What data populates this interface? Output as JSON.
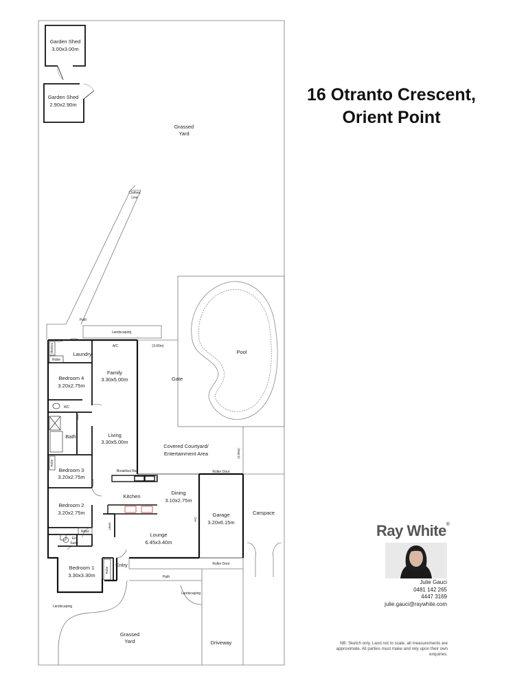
{
  "title": {
    "line1": "16 Otranto Crescent,",
    "line2": "Orient Point"
  },
  "rooms": {
    "shed1_name": "Garden Shed",
    "shed1_dim": "3.00x3.00m",
    "shed2_name": "Garden Shed",
    "shed2_dim": "2.90x2.90m",
    "yard_top_1": "Grassed",
    "yard_top_2": "Yard",
    "clothes_1": "Clothes",
    "clothes_2": "Line",
    "path_top": "Path",
    "landscaping_top": "Landscaping",
    "shelves": "Shelves",
    "robe_bed4": "Robe",
    "laundry": "Laundry",
    "ac_family": "A/C",
    "dim_300_top": "(3.00m)",
    "pool": "Pool",
    "gate": "Gate",
    "bed4_name": "Bedroom 4",
    "bed4_dim": "3.20x2.75m",
    "family_name": "Family",
    "family_dim": "3.30x5.00m",
    "wc": "WC",
    "bath": "Bath",
    "living_name": "Living",
    "living_dim": "3.30x5.00m",
    "courtyard_1": "Covered Courtyard/",
    "courtyard_2": "Entertainment Area",
    "dim_300_side": "(3.00m)",
    "robe_bed3": "Robe",
    "bed3_name": "Bedroom 3",
    "bed3_dim": "3.20x2.75m",
    "breakfast_bar": "Breakfast Bar",
    "roller_door_top": "Roller Door",
    "kitchen": "Kitchen",
    "dining_name": "Dining",
    "dining_dim": "3.10x2.75m",
    "ac_dining": "A/C",
    "garage_name": "Garage",
    "garage_dim": "3.20x6.15m",
    "carspace": "Carspace",
    "bed2_name": "Bedroom 2",
    "bed2_dim": "3.20x2.75m",
    "linen": "Linen",
    "robe_ensuite": "Robe",
    "ensuite_1": "En",
    "ensuite_2": "Suite",
    "lounge_name": "Lounge",
    "lounge_dim": "6.45x3.40m",
    "bed1_name": "Bedroom 1",
    "bed1_dim": "3.30x3.30m",
    "robe_bed1": "Robe",
    "entry": "Entry",
    "roller_door_bottom": "Roller Door",
    "path_bottom": "Path",
    "landscaping_mid": "Landscaping",
    "landscaping_left": "Landscaping",
    "yard_bottom_1": "Grassed",
    "yard_bottom_2": "Yard",
    "driveway": "Driveway"
  },
  "agency": {
    "name": "Ray White",
    "mark": "®"
  },
  "agent": {
    "name": "Julie Gauci",
    "mobile": "0481 142 265",
    "phone": "4447 3169",
    "email": "julie.gauci@raywhite.com"
  },
  "disclaimer": "NB: Sketch only. Land not to scale, all measurements are approximate. All parties must make and rely upon their own enquiries.",
  "colors": {
    "wall": "#111111",
    "thin": "#666666",
    "accent_red": "#c0392b"
  }
}
